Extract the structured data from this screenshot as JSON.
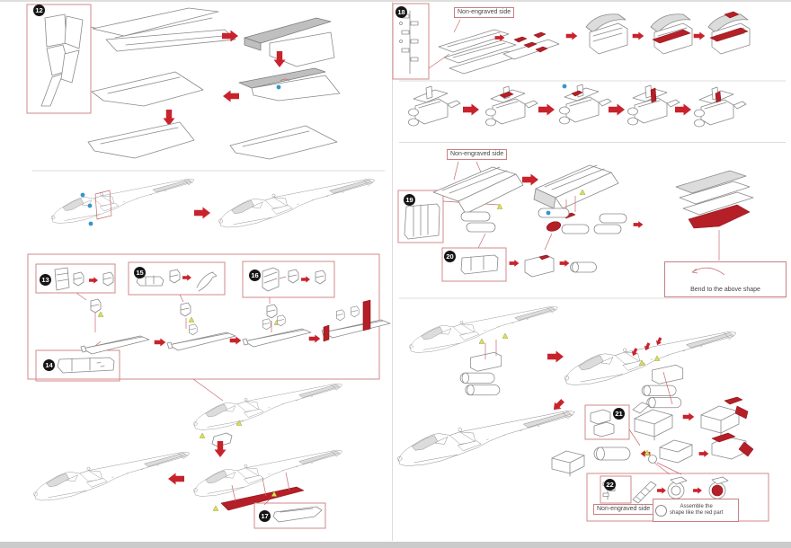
{
  "palette": {
    "accent_red": "#c8232c",
    "highlight_red": "#b51f27",
    "box_border_red": "#d08a8a",
    "line_gray": "#8a8a8a",
    "marker_blue": "#3596cc",
    "marker_yellow": "#d9e14b",
    "badge_bg": "#151515",
    "badge_text": "#ffffff"
  },
  "labels": {
    "non_engraved_side": "Non-engraved side",
    "bend_note": "Bend to the above shape",
    "assemble_note_line1": "Assemble the",
    "assemble_note_line2": "shape like the red part"
  },
  "steps": [
    "12",
    "13",
    "14",
    "15",
    "16",
    "17",
    "18",
    "19",
    "20",
    "21",
    "22"
  ]
}
